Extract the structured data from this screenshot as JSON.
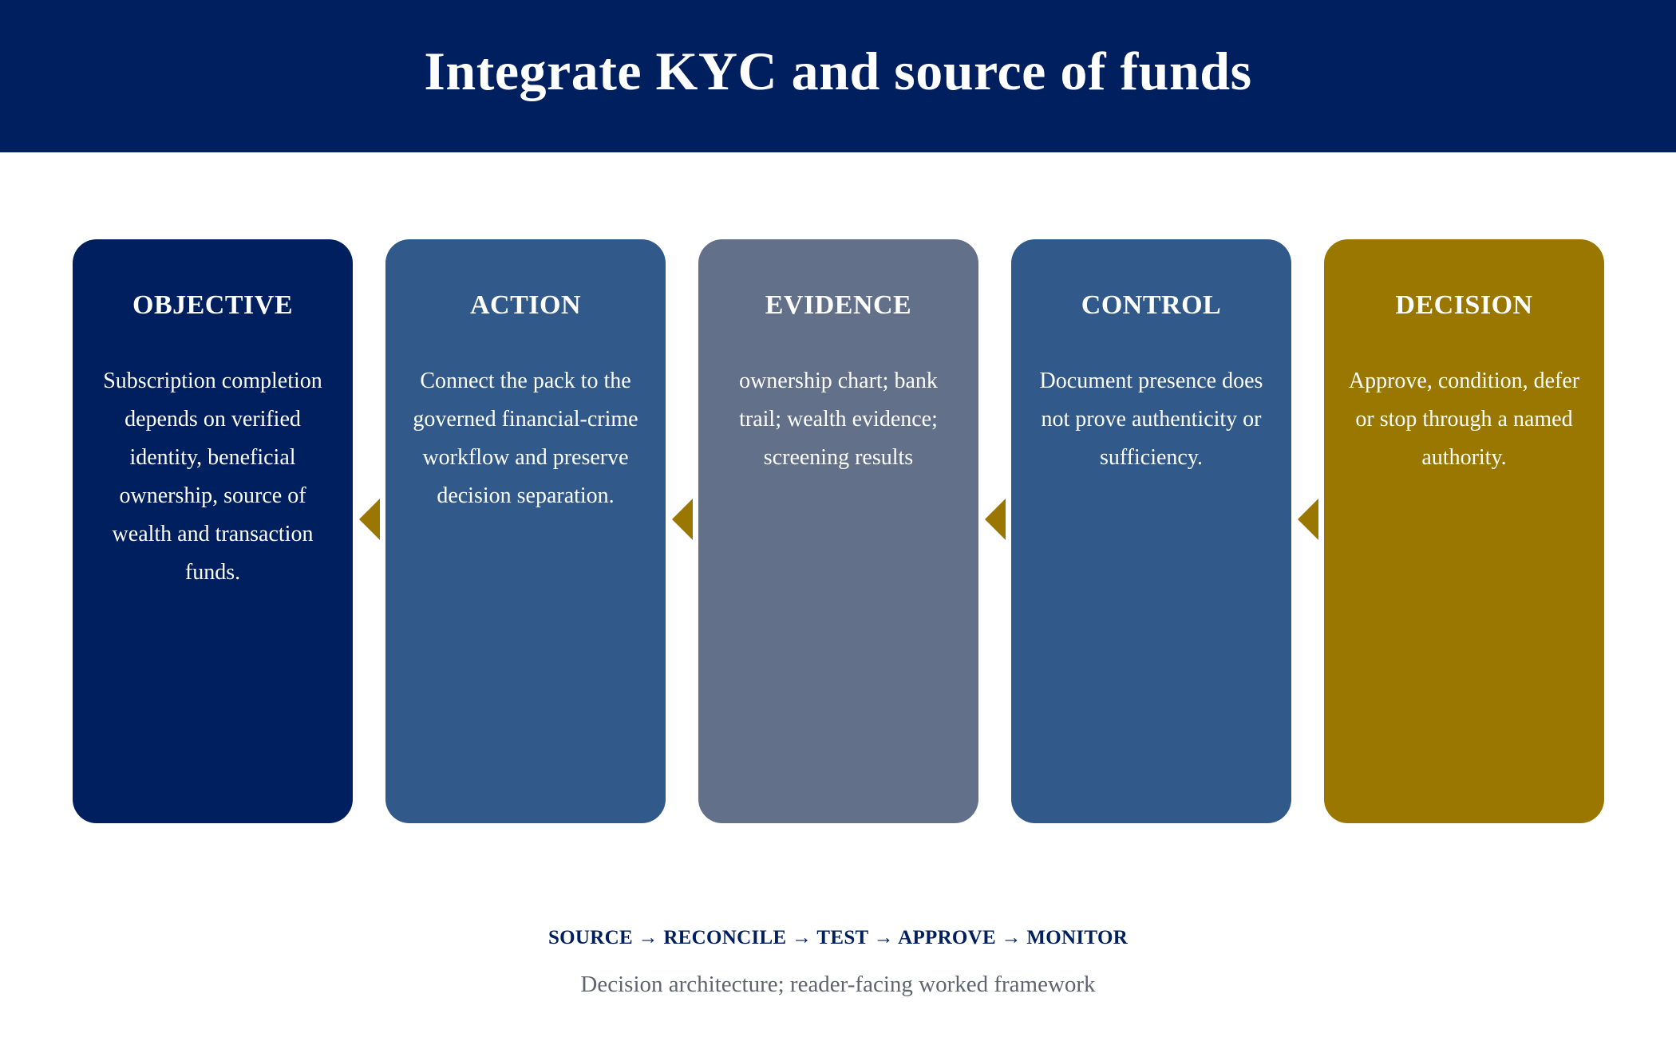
{
  "title": "Integrate KYC and source of funds",
  "colors": {
    "header": "#001f5f",
    "connector": "#9a7700",
    "flow_text": "#001f5f",
    "caption_text": "#5f6570"
  },
  "cards": [
    {
      "title": "OBJECTIVE",
      "body": "Subscription completion depends on verified identity, beneficial ownership, source of wealth and transaction funds.",
      "color": "#001f5f"
    },
    {
      "title": "ACTION",
      "body": "Connect the pack to the governed financial-crime workflow and preserve decision separation.",
      "color": "#315a8b"
    },
    {
      "title": "EVIDENCE",
      "body": "ownership chart; bank trail; wealth evidence; screening results",
      "color": "#627189"
    },
    {
      "title": "CONTROL",
      "body": "Document presence does not prove authenticity or sufficiency.",
      "color": "#315a8b"
    },
    {
      "title": "DECISION",
      "body": "Approve, condition, defer or stop through a named authority.",
      "color": "#9a7700"
    }
  ],
  "flow": "SOURCE → RECONCILE → TEST → APPROVE → MONITOR",
  "caption": "Decision architecture; reader-facing worked framework"
}
